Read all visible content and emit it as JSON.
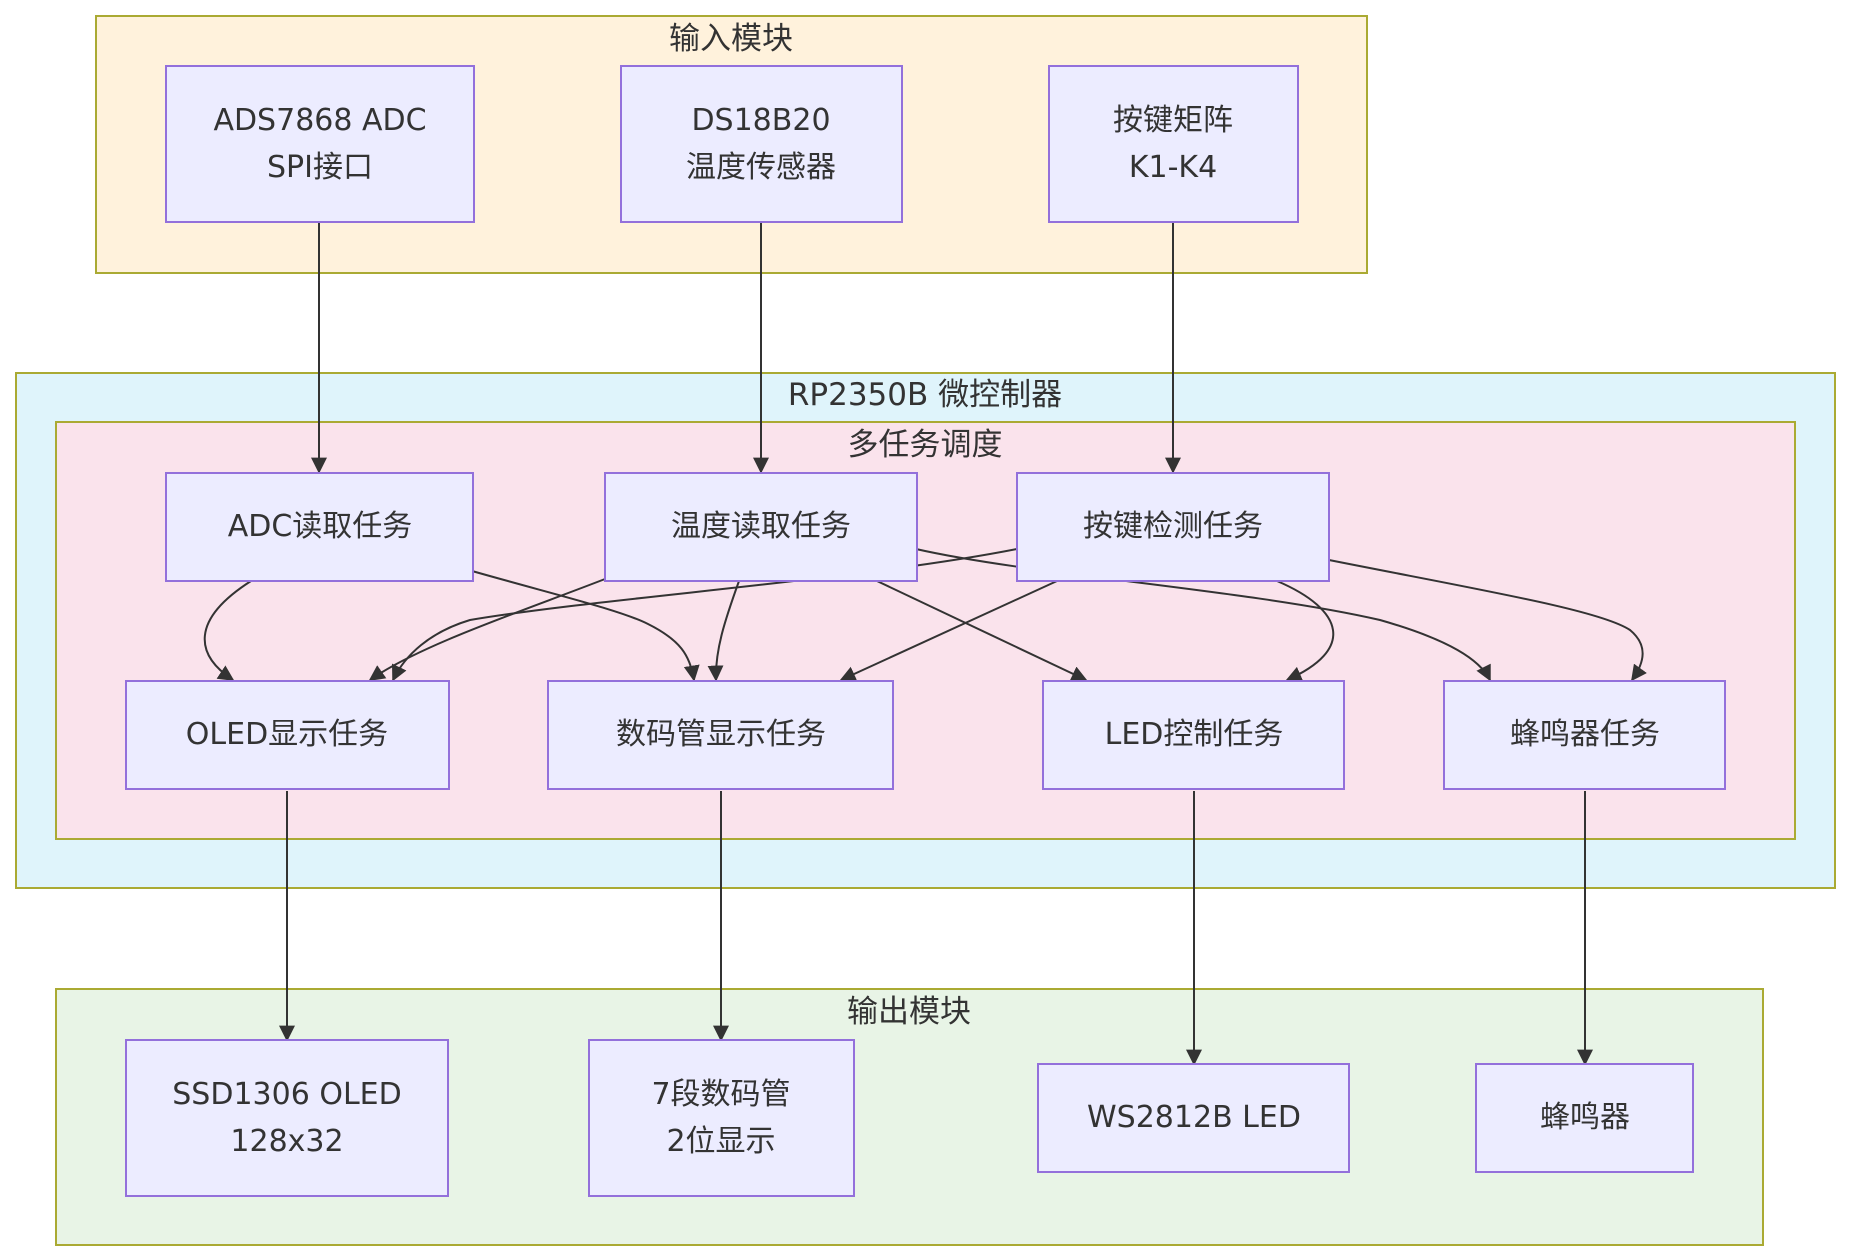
{
  "groups": {
    "input": {
      "title": "输入模块",
      "fill": "#FFF2DC",
      "stroke": "#AAAA33"
    },
    "mcu": {
      "title": "RP2350B 微控制器",
      "fill": "#DFF4FB",
      "stroke": "#AAAA33"
    },
    "sched": {
      "title": "多任务调度",
      "fill": "#FAE3EC",
      "stroke": "#AAAA33"
    },
    "output": {
      "title": "输出模块",
      "fill": "#E8F4E6",
      "stroke": "#AAAA33"
    }
  },
  "nodes": {
    "adc": {
      "lines": [
        "ADS7868 ADC",
        "SPI接口"
      ]
    },
    "ds18b20": {
      "lines": [
        "DS18B20",
        "温度传感器"
      ]
    },
    "keys": {
      "lines": [
        "按键矩阵",
        "K1-K4"
      ]
    },
    "t_adc": {
      "lines": [
        "ADC读取任务"
      ]
    },
    "t_temp": {
      "lines": [
        "温度读取任务"
      ]
    },
    "t_key": {
      "lines": [
        "按键检测任务"
      ]
    },
    "t_oled": {
      "lines": [
        "OLED显示任务"
      ]
    },
    "t_seg": {
      "lines": [
        "数码管显示任务"
      ]
    },
    "t_led": {
      "lines": [
        "LED控制任务"
      ]
    },
    "t_buzz": {
      "lines": [
        "蜂鸣器任务"
      ]
    },
    "oled": {
      "lines": [
        "SSD1306 OLED",
        "128x32"
      ]
    },
    "seg": {
      "lines": [
        "7段数码管",
        "2位显示"
      ]
    },
    "ws2812": {
      "lines": [
        "WS2812B LED"
      ]
    },
    "buzzer": {
      "lines": [
        "蜂鸣器"
      ]
    }
  },
  "edges": [
    [
      "adc",
      "t_adc"
    ],
    [
      "ds18b20",
      "t_temp"
    ],
    [
      "keys",
      "t_key"
    ],
    [
      "t_adc",
      "t_oled"
    ],
    [
      "t_adc",
      "t_seg"
    ],
    [
      "t_temp",
      "t_oled"
    ],
    [
      "t_temp",
      "t_seg"
    ],
    [
      "t_temp",
      "t_led"
    ],
    [
      "t_temp",
      "t_buzz"
    ],
    [
      "t_key",
      "t_oled"
    ],
    [
      "t_key",
      "t_seg"
    ],
    [
      "t_key",
      "t_led"
    ],
    [
      "t_key",
      "t_buzz"
    ],
    [
      "t_oled",
      "oled"
    ],
    [
      "t_seg",
      "seg"
    ],
    [
      "t_led",
      "ws2812"
    ],
    [
      "t_buzz",
      "buzzer"
    ]
  ],
  "colors": {
    "node_fill": "#ECECFF",
    "node_stroke": "#9370DB",
    "edge": "#333333"
  }
}
